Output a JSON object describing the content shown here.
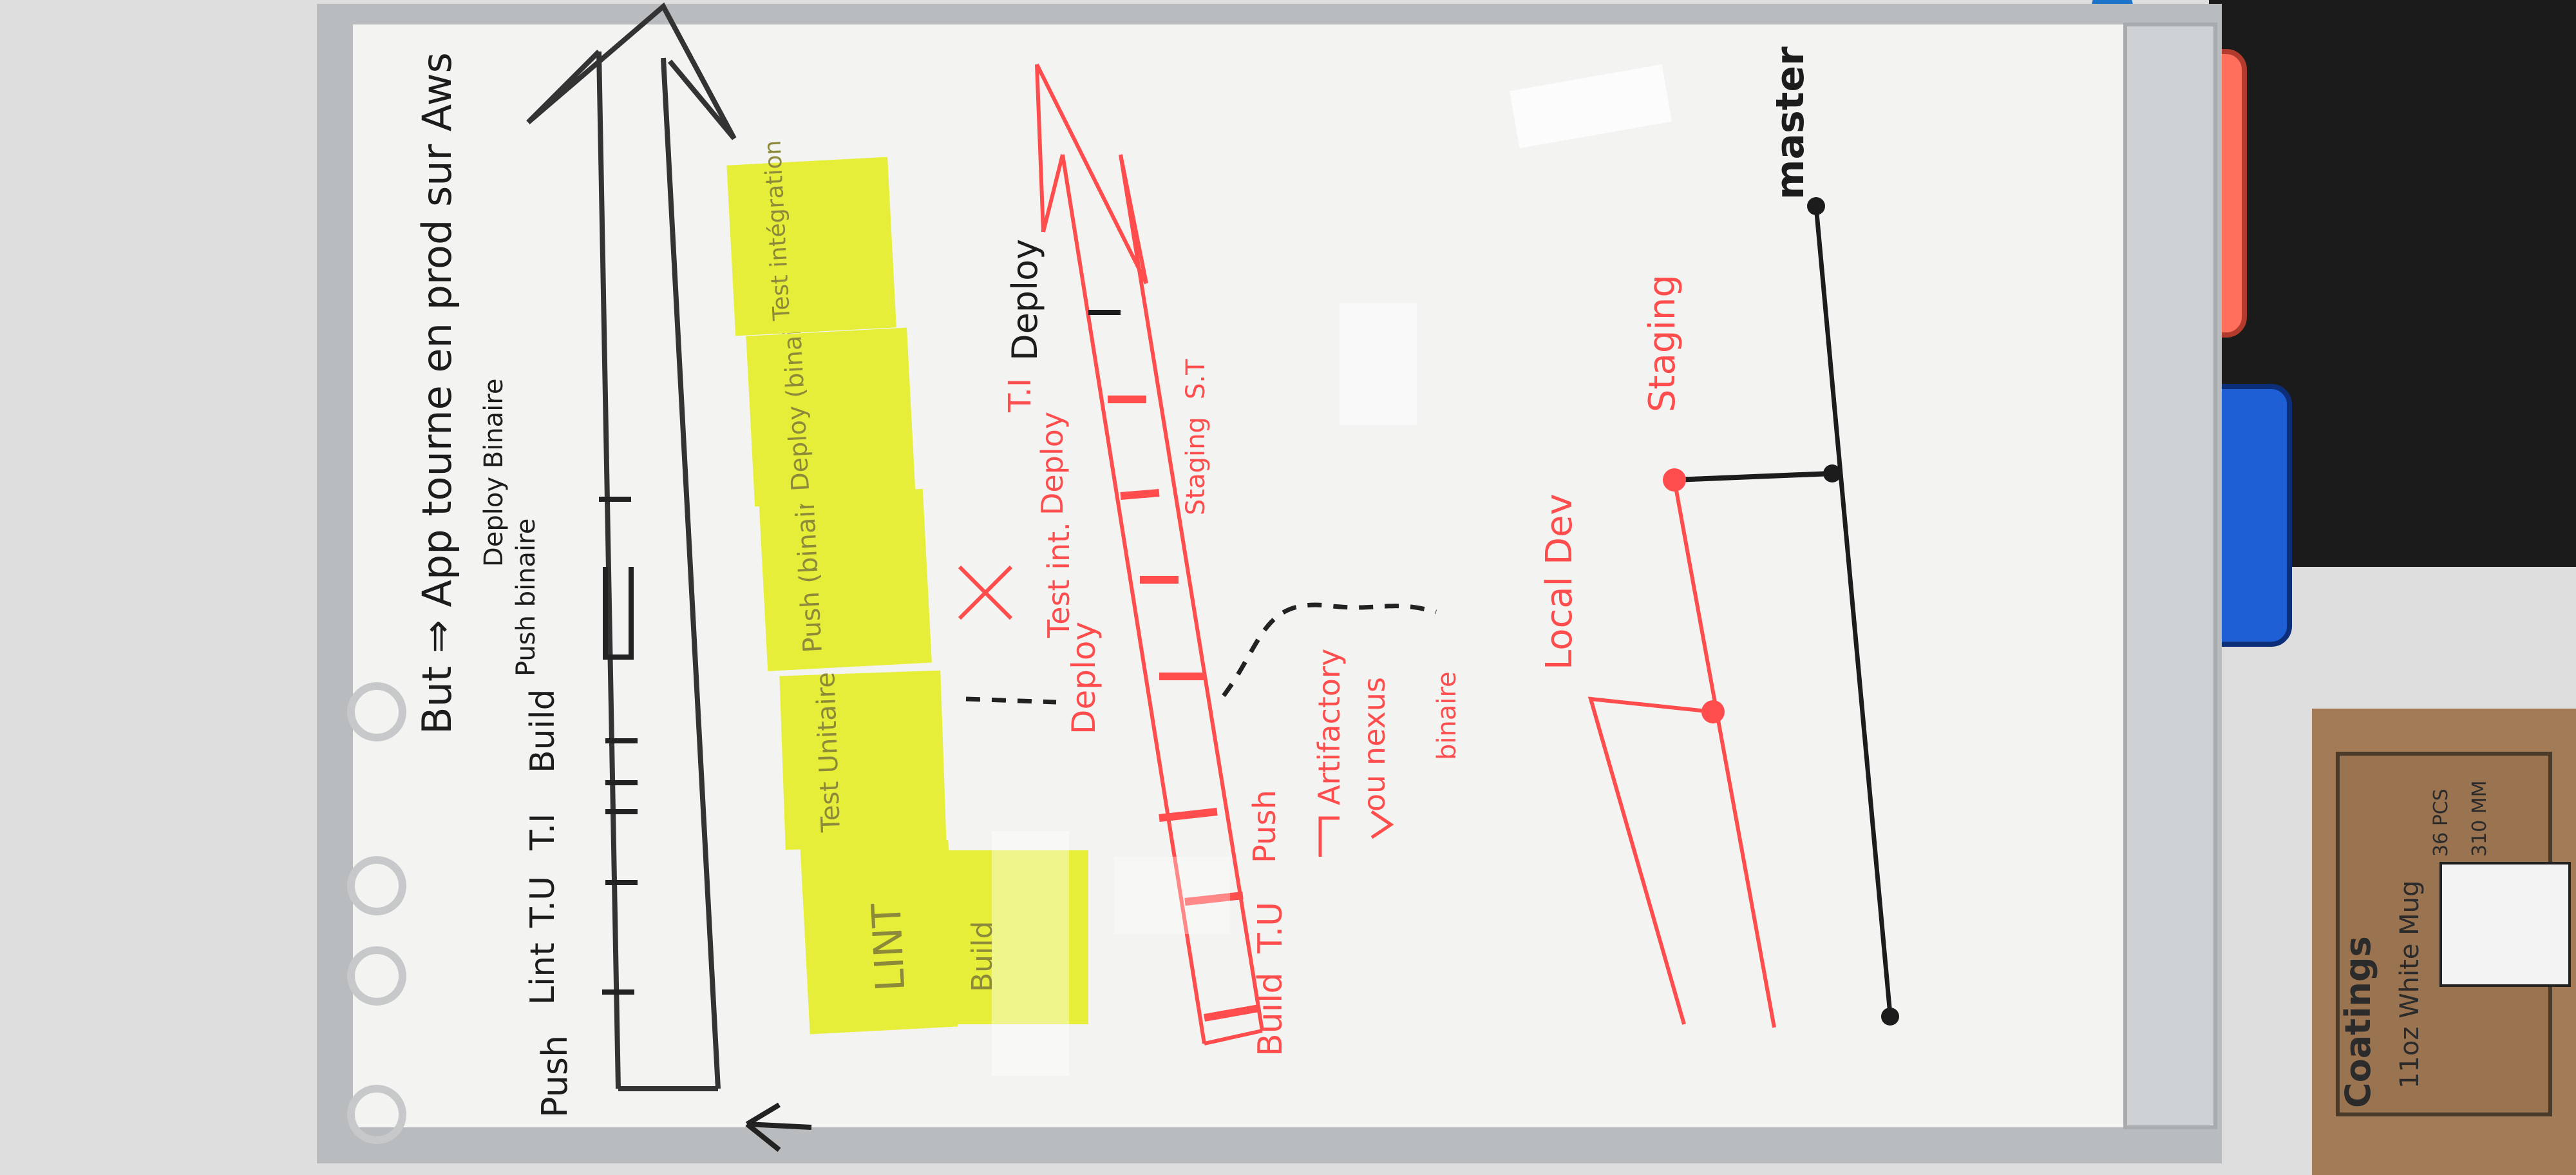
{
  "scene": {
    "subject": "whiteboard-photo",
    "orientation": "rotated-90-ccw",
    "colors": {
      "wall": "#dedede",
      "board": "#f3f4f2",
      "frame": "#b9bcbe",
      "black_marker": "#1c1c1c",
      "red_marker": "#ff4d4d",
      "sticky_note": "#e6ee3a",
      "eraser_red": "#ff6f5c",
      "eraser_blue": "#1f5fd6",
      "box": "#a27a55"
    }
  },
  "board": {
    "black_notes": {
      "title": "But ⇒ App tourne en prod sur Aws",
      "stage_labels": [
        "Push",
        "Lint",
        "T.U",
        "T.I",
        "Build",
        "Push binaire",
        "Deploy Binaire"
      ]
    },
    "sticky_notes": [
      "LINT",
      "Build",
      "Test Unitaire",
      "Push (binaire)",
      "Deploy (binaire)",
      "Test intégration"
    ],
    "red_pipeline": {
      "stage_labels": [
        "Build",
        "T.U",
        "Push",
        "Deploy",
        "Test int.",
        "Deploy",
        "T.I"
      ],
      "side_labels": [
        "Staging",
        "S.T"
      ],
      "deploy_label": "Deploy",
      "artifact_notes": [
        "Artifactory",
        "ou nexus",
        "binaire"
      ]
    },
    "branch_diagram": {
      "labels": [
        "master",
        "Staging",
        "Local Dev"
      ]
    }
  },
  "box": {
    "labels": [
      "Coatings",
      "11oz White Mug",
      "36 PCS",
      "310 MM"
    ]
  }
}
